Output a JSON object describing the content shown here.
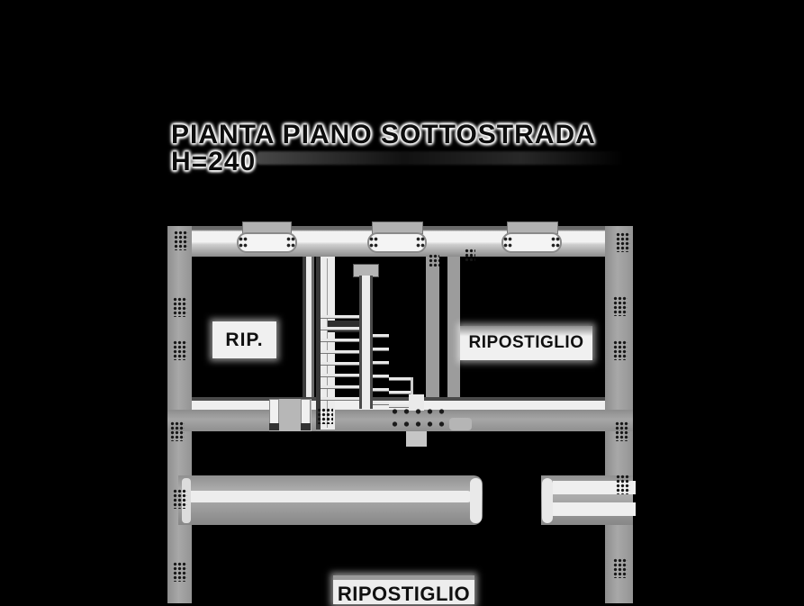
{
  "title": {
    "line1": "PIANTA PIANO SOTTOSTRADA",
    "line2": "H=240"
  },
  "plan": {
    "rooms": [
      {
        "id": "rip",
        "label": "RIP."
      },
      {
        "id": "ripostiglio-right",
        "label": "RIPOSTIGLIO"
      },
      {
        "id": "ripostiglio-bottom",
        "label": "RIPOSTIGLIO"
      }
    ]
  },
  "colors": {
    "background": "#000000",
    "wall": "#9c9c9c",
    "wall_dark": "#4a4a4a",
    "drawing_white": "#efefef",
    "ink": "#0d0d0d"
  }
}
